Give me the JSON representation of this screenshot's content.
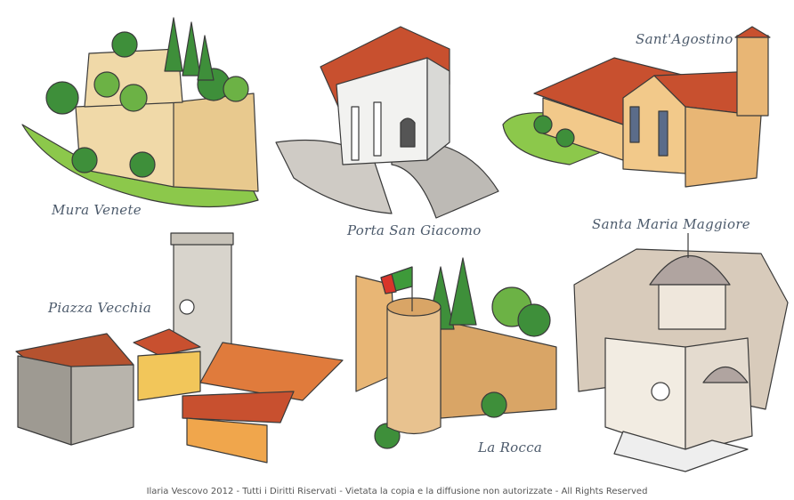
{
  "landmarks": [
    {
      "name": "Mura Venete"
    },
    {
      "name": "Porta San Giacomo"
    },
    {
      "name": "Sant'Agostino"
    },
    {
      "name": "Piazza Vecchia"
    },
    {
      "name": "La Rocca"
    },
    {
      "name": "Santa Maria Maggiore"
    }
  ],
  "footer": "Ilaria Vescovo 2012 - Tutti i Diritti Riservati - Vietata la copia e la diffusione non autorizzate - All Rights Reserved",
  "colors": {
    "roof": "#c8502f",
    "stone": "#f0d9a8",
    "grass": "#8cc84b",
    "tree": "#3e8f3a",
    "label": "#4c5a6b"
  }
}
